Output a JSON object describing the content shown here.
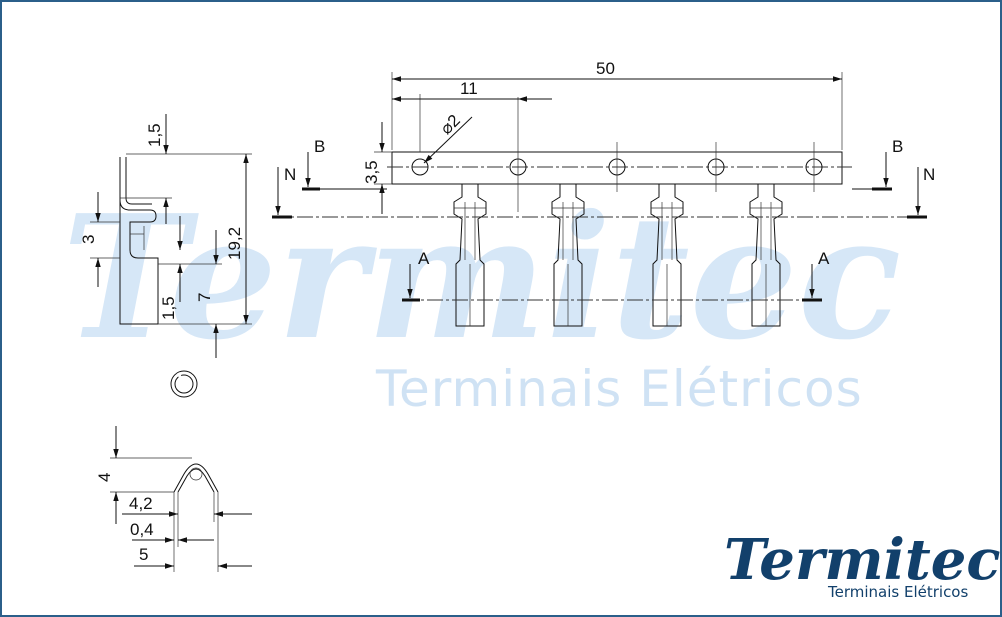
{
  "watermark": {
    "logo": "Termitec",
    "subtitle": "Terminais Elétricos"
  },
  "logo": {
    "name": "Termitec",
    "subtitle": "Terminais Elétricos"
  },
  "dimensions": {
    "length_total": "50",
    "pitch": "11",
    "hole_diameter": "⌀2",
    "strip_height": "3,5",
    "side_top": "1,5",
    "side_height": "19,2",
    "side_slot": "3",
    "side_lower": "1,5",
    "side_contact": "7",
    "sec_height": "4",
    "sec_inner": "4,2",
    "sec_thickness": "0,4",
    "sec_width": "5"
  },
  "section_labels": {
    "b_left": "B",
    "b_right": "B",
    "n_left": "N",
    "n_right": "N",
    "a_left": "A",
    "a_right": "A"
  },
  "colors": {
    "border": "#2b5f8a",
    "logo": "#12406b",
    "watermark": "#d6e7f7"
  }
}
